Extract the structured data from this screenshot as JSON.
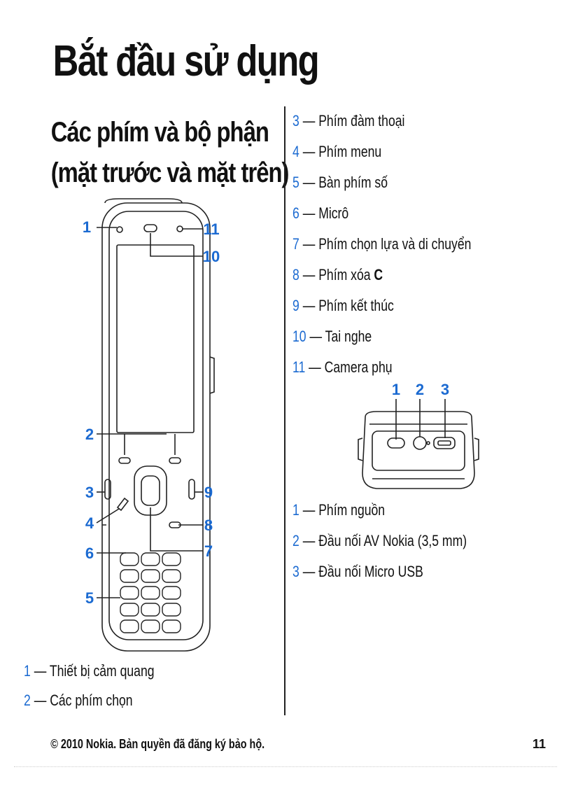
{
  "page_title": "Bắt đầu sử dụng",
  "section_title": "Các phím và bộ phận (mặt trước và mặt trên)",
  "front_callouts": [
    "1",
    "2",
    "3",
    "4",
    "5",
    "6",
    "7",
    "8",
    "9",
    "10",
    "11"
  ],
  "left_legend": [
    {
      "num": "1",
      "label": "Thiết bị cảm quang"
    },
    {
      "num": "2",
      "label": "Các phím chọn"
    }
  ],
  "right_legend": [
    {
      "num": "3",
      "label": "Phím đàm thoại"
    },
    {
      "num": "4",
      "label": "Phím menu"
    },
    {
      "num": "5",
      "label": "Bàn phím số"
    },
    {
      "num": "6",
      "label": "Micrô"
    },
    {
      "num": "7",
      "label": "Phím chọn lựa và di chuyển"
    },
    {
      "num": "8",
      "label": "Phím xóa ",
      "glyph": "C"
    },
    {
      "num": "9",
      "label": "Phím kết thúc"
    },
    {
      "num": "10",
      "label": "Tai nghe"
    },
    {
      "num": "11",
      "label": "Camera phụ"
    }
  ],
  "top_callouts": [
    "1",
    "2",
    "3"
  ],
  "top_legend": [
    {
      "num": "1",
      "label": "Phím nguồn"
    },
    {
      "num": "2",
      "label": "Đầu nối AV Nokia (3,5 mm)"
    },
    {
      "num": "3",
      "label": "Đầu nối Micro USB"
    }
  ],
  "separator": " — ",
  "footer": {
    "copyright": "© 2010 Nokia. Bản quyền đã đăng ký bảo hộ.",
    "page_number": "11"
  },
  "colors": {
    "callout": "#1b6ad1",
    "text": "#111111"
  }
}
